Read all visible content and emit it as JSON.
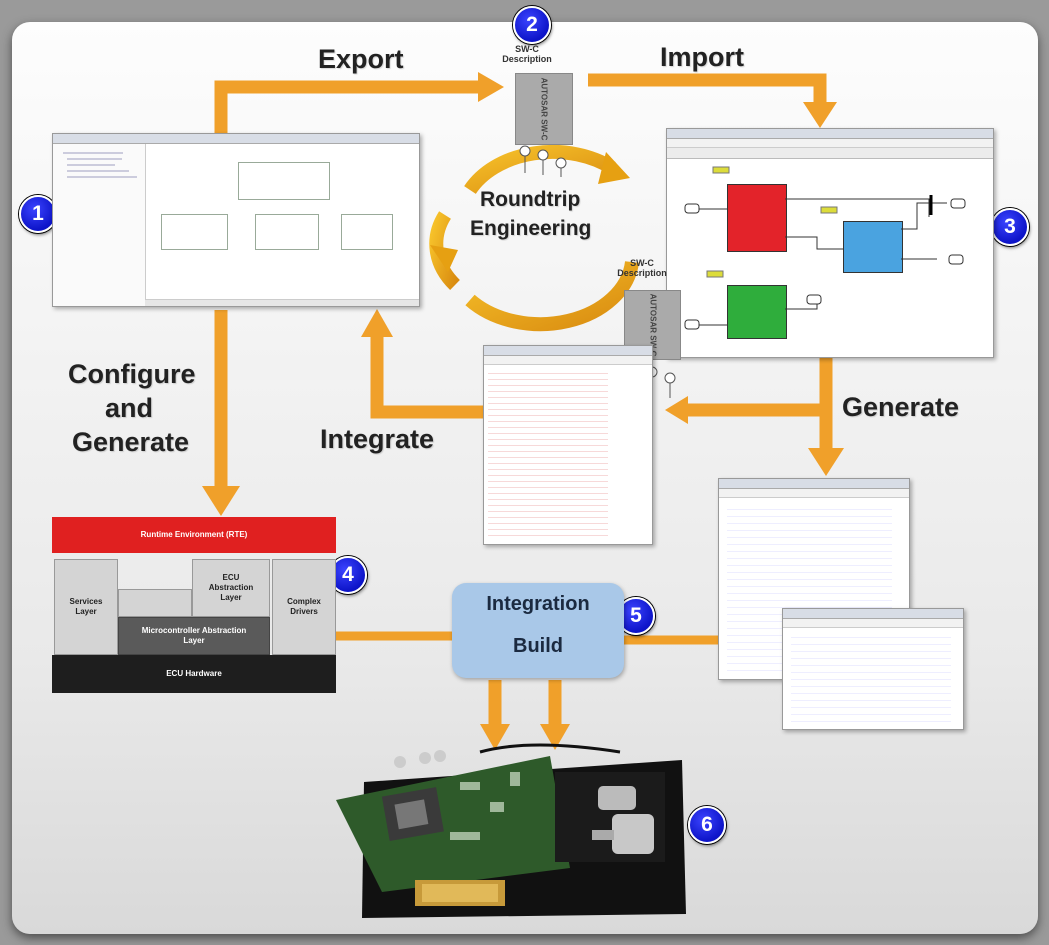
{
  "labels": {
    "export": "Export",
    "import": "Import",
    "roundtrip": [
      "Roundtrip",
      "Engineering"
    ],
    "configure": [
      "Configure",
      "and",
      "Generate"
    ],
    "integrate": "Integrate",
    "generate": "Generate",
    "integration_build": [
      "Integration",
      "Build"
    ]
  },
  "swc": {
    "top_title": [
      "SW-C",
      "Description"
    ],
    "bottom_title": [
      "SW-C",
      "Description"
    ],
    "box_text": "AUTOSAR SW-C"
  },
  "numbers": [
    "1",
    "2",
    "3",
    "4",
    "5",
    "6"
  ],
  "architecture": {
    "rte": "Runtime Environment (RTE)",
    "services": [
      "Services",
      "Layer"
    ],
    "ecu_abstraction": [
      "ECU",
      "Abstraction",
      "Layer"
    ],
    "mcal": [
      "Microcontroller Abstraction",
      "Layer"
    ],
    "complex": [
      "Complex",
      "Drivers"
    ],
    "hardware": "ECU Hardware"
  },
  "colors": {
    "arrow": "#f0a02a",
    "number_badge": "#1a22e0",
    "rte": "#e02020",
    "hardware": "#1e1e1e",
    "build_box": "#a9c8e8",
    "block_red": "#e3232a",
    "block_blue": "#4aa3e0",
    "block_green": "#2fad3c"
  }
}
